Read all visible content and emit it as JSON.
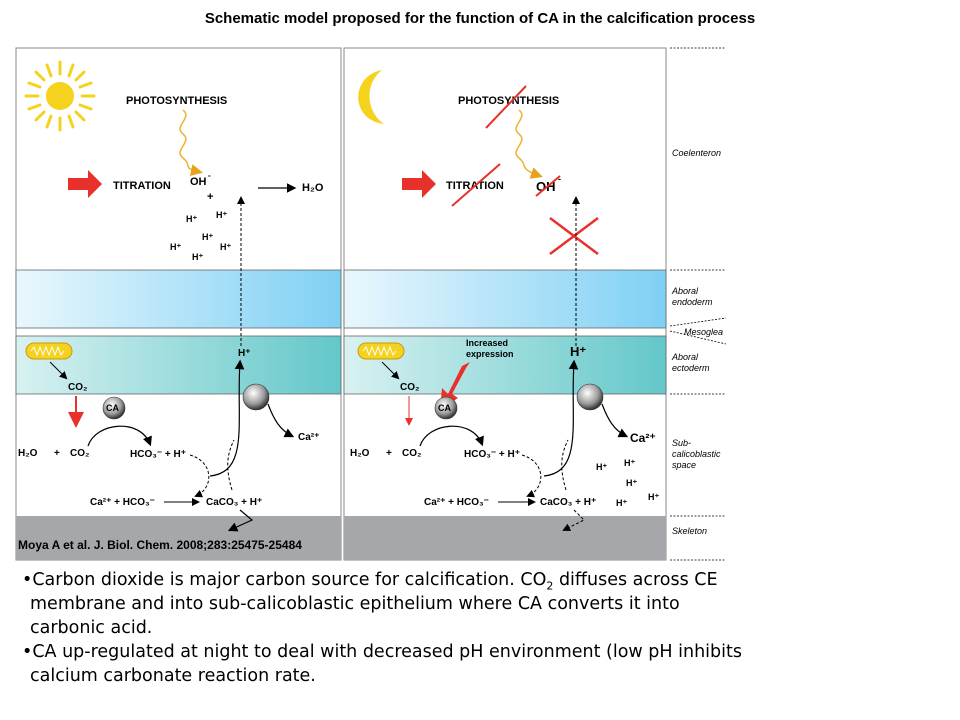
{
  "title": "Schematic model proposed for the function of CA in the calcification process",
  "citation": "Moya A et al. J. Biol. Chem. 2008;283:25475-25484",
  "layers": {
    "coelenteron": "Coelenteron",
    "aboral": "Aboral",
    "endoderm": "endoderm",
    "mesoglea": "Mesoglea",
    "ectoderm": "ectoderm",
    "sub": "Sub-",
    "calicoblastic": "calicoblastic",
    "space": "space",
    "skeleton": "Skeleton"
  },
  "day": {
    "photosynthesis": "PHOTOSYNTHESIS",
    "titration": "TITRATION",
    "oh": "OH",
    "oh_sup": "-",
    "plus": "+",
    "h2o_right": "H₂O",
    "h_plus": "H⁺",
    "co2": "CO₂",
    "ca": "CA",
    "h2o": "H₂O",
    "plus2": "+",
    "co2b": "CO₂",
    "hco3": "HCO₃⁻ + H⁺",
    "ca2": "Ca²⁺",
    "ca_hco3": "Ca²⁺ + HCO₃⁻",
    "caco3": "CaCO₃ + H⁺"
  },
  "night": {
    "photosynthesis": "PHOTOSYNTHESIS",
    "titration": "TITRATION",
    "oh": "OH",
    "oh_sup": "-",
    "increased": "Increased",
    "expression": "expression",
    "h_plus": "H⁺",
    "co2": "CO₂",
    "ca": "CA",
    "h2o": "H₂O",
    "plus": "+",
    "co2b": "CO₂",
    "hco3": "HCO₃⁻ + H⁺",
    "ca2": "Ca²⁺",
    "ca_hco3": "Ca²⁺ + HCO₃⁻",
    "caco3": "CaCO₃ + H⁺",
    "h_sub": "H⁺"
  },
  "bullets": {
    "b1_part1": "Carbon dioxide is major carbon source for calcification. CO",
    "b1_sub": "2",
    "b1_part2": " diffuses across CE membrane and into sub-calicoblastic epithelium where CA converts it into carbonic acid.",
    "b2": "CA up-regulated at night to deal with decreased pH environment (low pH inhibits calcium carbonate reaction rate."
  },
  "colors": {
    "endoderm_blue": "#8fd6f5",
    "ectoderm_teal": "#72cfcf",
    "skeleton_gray": "#a5a7aa",
    "arrow_red": "#e8312b",
    "sun_yellow": "#f5d21e"
  }
}
